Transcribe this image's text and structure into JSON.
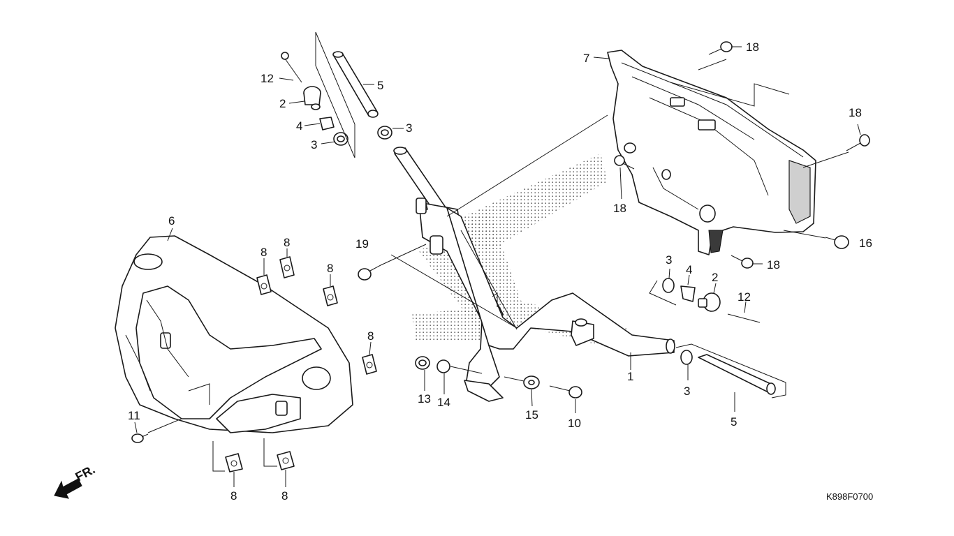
{
  "diagram": {
    "code": "K898F0700",
    "front_label": "FR.",
    "callouts": {
      "c1": "1",
      "c2a": "2",
      "c2b": "2",
      "c3a": "3",
      "c3b": "3",
      "c3c": "3",
      "c3d": "3",
      "c4a": "4",
      "c4b": "4",
      "c5a": "5",
      "c5b": "5",
      "c6": "6",
      "c7": "7",
      "c8a": "8",
      "c8b": "8",
      "c8c": "8",
      "c8d": "8",
      "c8e": "8",
      "c8f": "8",
      "c10": "10",
      "c11": "11",
      "c12a": "12",
      "c12b": "12",
      "c13": "13",
      "c14": "14",
      "c15": "15",
      "c16": "16",
      "c18a": "18",
      "c18b": "18",
      "c18c": "18",
      "c18d": "18",
      "c19": "19"
    }
  },
  "colors": {
    "line": "#1a1a1a",
    "shading": "#cfcfcf",
    "background": "#ffffff"
  }
}
